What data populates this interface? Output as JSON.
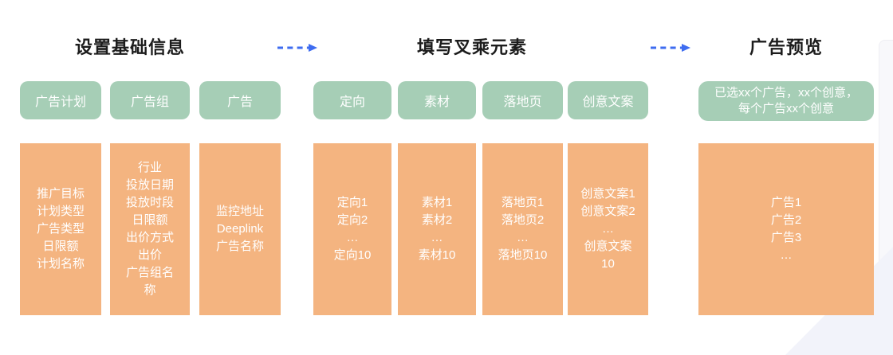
{
  "colors": {
    "green_box": "#a6ceb6",
    "orange_box": "#f4b480",
    "arrow_blue": "#3e6cf0",
    "title_text": "#1c1c1c",
    "box_text": "#ffffff",
    "corner_decoration": "#f2f3fa",
    "edge_strip": "#f8f8fb"
  },
  "steps": [
    {
      "title": "设置基础信息",
      "columns": [
        {
          "label": "广告计划",
          "details": [
            "推广目标",
            "计划类型",
            "广告类型",
            "日限额",
            "计划名称"
          ]
        },
        {
          "label": "广告组",
          "details": [
            "行业",
            "投放日期",
            "投放时段",
            "日限额",
            "出价方式",
            "出价",
            "广告组名称"
          ]
        },
        {
          "label": "广告",
          "details": [
            "监控地址",
            "Deeplink",
            "广告名称"
          ]
        }
      ]
    },
    {
      "title": "填写叉乘元素",
      "columns": [
        {
          "label": "定向",
          "details": [
            "定向1",
            "定向2",
            "…",
            "定向10"
          ]
        },
        {
          "label": "素材",
          "details": [
            "素材1",
            "素材2",
            "…",
            "素材10"
          ]
        },
        {
          "label": "落地页",
          "details": [
            "落地页1",
            "落地页2",
            "…",
            "落地页10"
          ]
        },
        {
          "label": "创意文案",
          "details": [
            "创意文案1",
            "创意文案2",
            "…",
            "创意文案10"
          ]
        }
      ]
    },
    {
      "title": "广告预览",
      "columns": [
        {
          "label": [
            "已选xx个广告，xx个创意，",
            "每个广告xx个创意"
          ],
          "details": [
            "广告1",
            "广告2",
            "广告3",
            "…"
          ]
        }
      ]
    }
  ]
}
